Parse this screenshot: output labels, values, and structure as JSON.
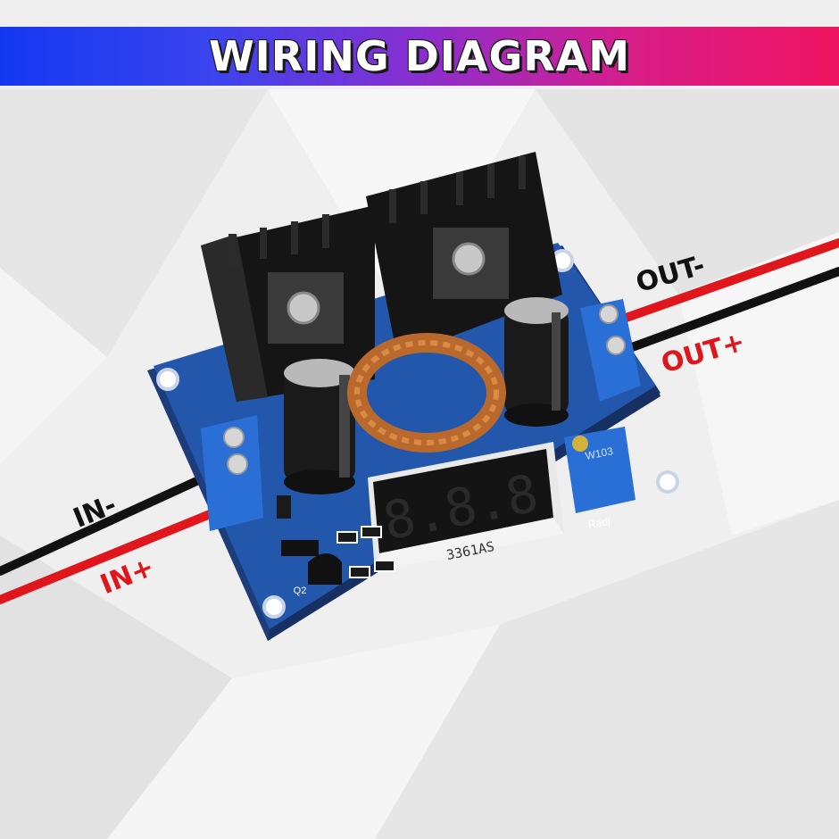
{
  "title": "WIRING DIAGRAM",
  "labels": {
    "in_minus": "IN-",
    "in_plus": "IN+",
    "out_minus": "OUT-",
    "out_plus": "OUT+"
  },
  "board": {
    "display_digits": "8.8.8",
    "display_part": "3361AS",
    "pot_label": "Radj",
    "pot_code": "W103",
    "transistor_label": "Q2"
  },
  "colors": {
    "wire_red": "#e0161d",
    "wire_black": "#111111",
    "pcb_blue": "#1f4f9c",
    "terminal_blue": "#2a6fd6",
    "banner_left": "#1438f0",
    "banner_right": "#f01560"
  }
}
